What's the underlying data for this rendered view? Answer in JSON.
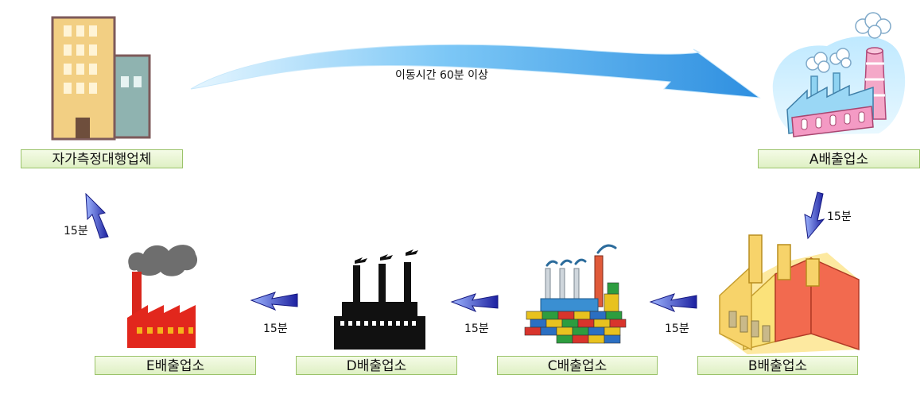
{
  "source": {
    "label": "자가측정대행업체"
  },
  "long_arrow": {
    "text": "이동시간 60분 이상"
  },
  "sites": [
    {
      "id": "A",
      "label": "A배출업소"
    },
    {
      "id": "B",
      "label": "B배출업소"
    },
    {
      "id": "C",
      "label": "C배출업소"
    },
    {
      "id": "D",
      "label": "D배출업소"
    },
    {
      "id": "E",
      "label": "E배출업소"
    }
  ],
  "legs": [
    {
      "from": "A",
      "to": "B",
      "time": "15분"
    },
    {
      "from": "B",
      "to": "C",
      "time": "15분"
    },
    {
      "from": "C",
      "to": "D",
      "time": "15분"
    },
    {
      "from": "D",
      "to": "E",
      "time": "15분"
    },
    {
      "from": "E",
      "to": "source",
      "time": "15분"
    }
  ],
  "colors": {
    "label_fill": "#e6f4d2",
    "label_border": "#9bc36a",
    "arrow_blue": "#2a2fa8",
    "long_arrow_blue": "#4aa8ea"
  }
}
